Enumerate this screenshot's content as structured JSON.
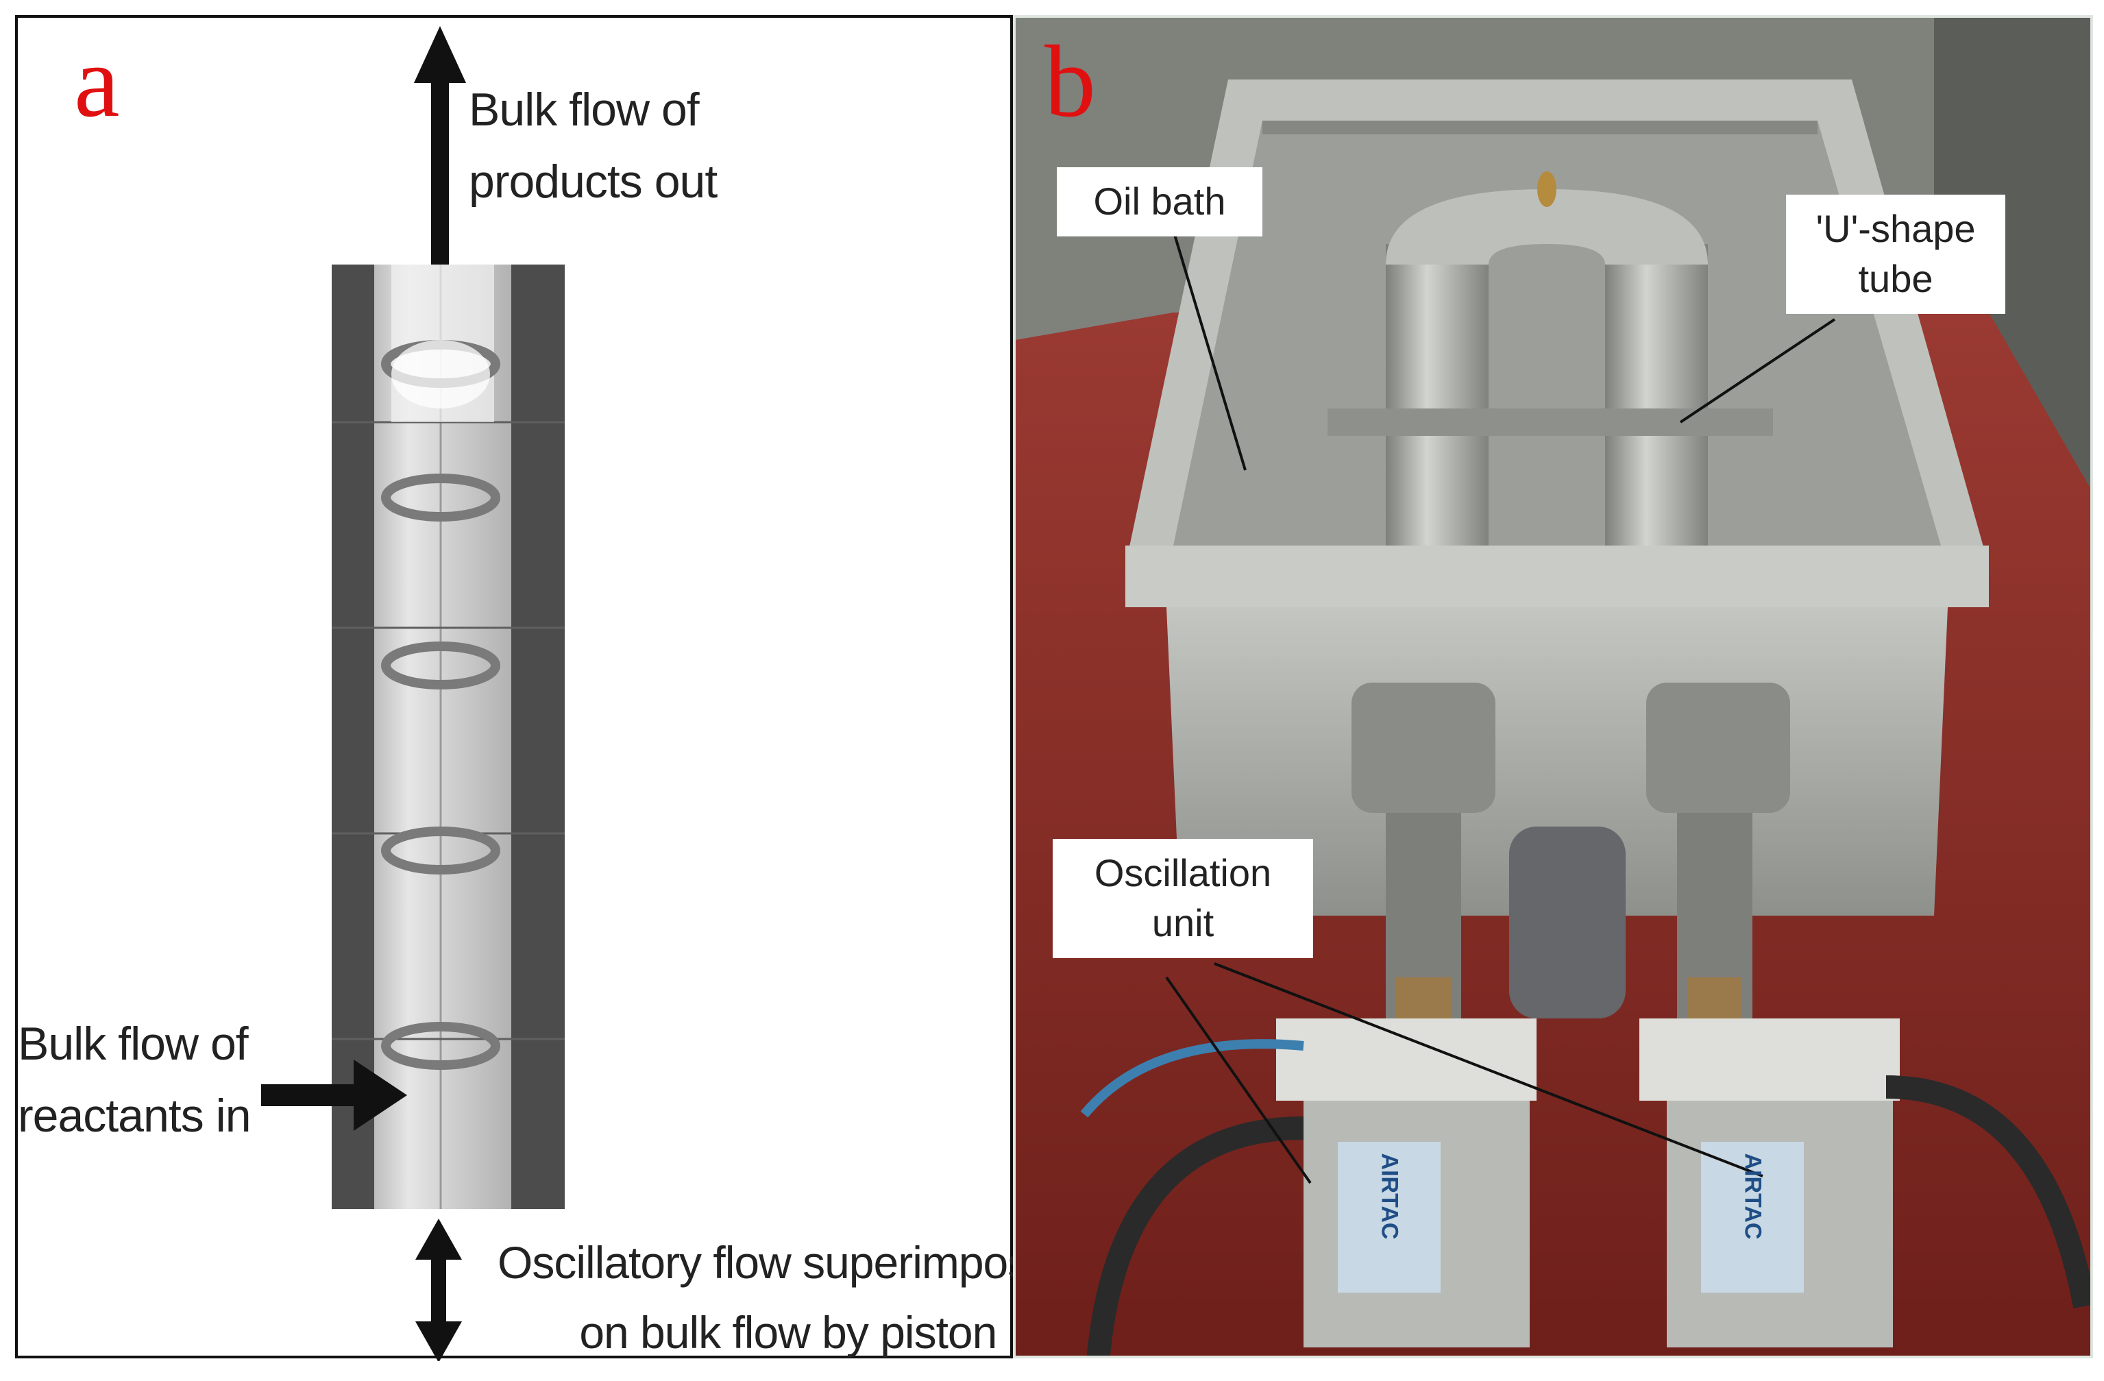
{
  "panel_a": {
    "letter": "a",
    "products_out": "Bulk flow of\nproducts out",
    "reactants_in": "Bulk flow of\nreactants in",
    "oscillatory": "Oscillatory flow superimposed\non bulk flow by piston"
  },
  "panel_b": {
    "letter": "b",
    "oil_bath": "Oil bath",
    "u_shape_tube": "'U'-shape\ntube",
    "oscillation_unit": "Oscillation\nunit",
    "cylinder_brand": "AIRTAC"
  },
  "colors": {
    "letter_red": "#e01010",
    "tube_wall": "#4a4a4a",
    "tube_inner": "#cfcfcf",
    "floor_red": "#8c2a22",
    "steel": "#a8aaa6"
  }
}
